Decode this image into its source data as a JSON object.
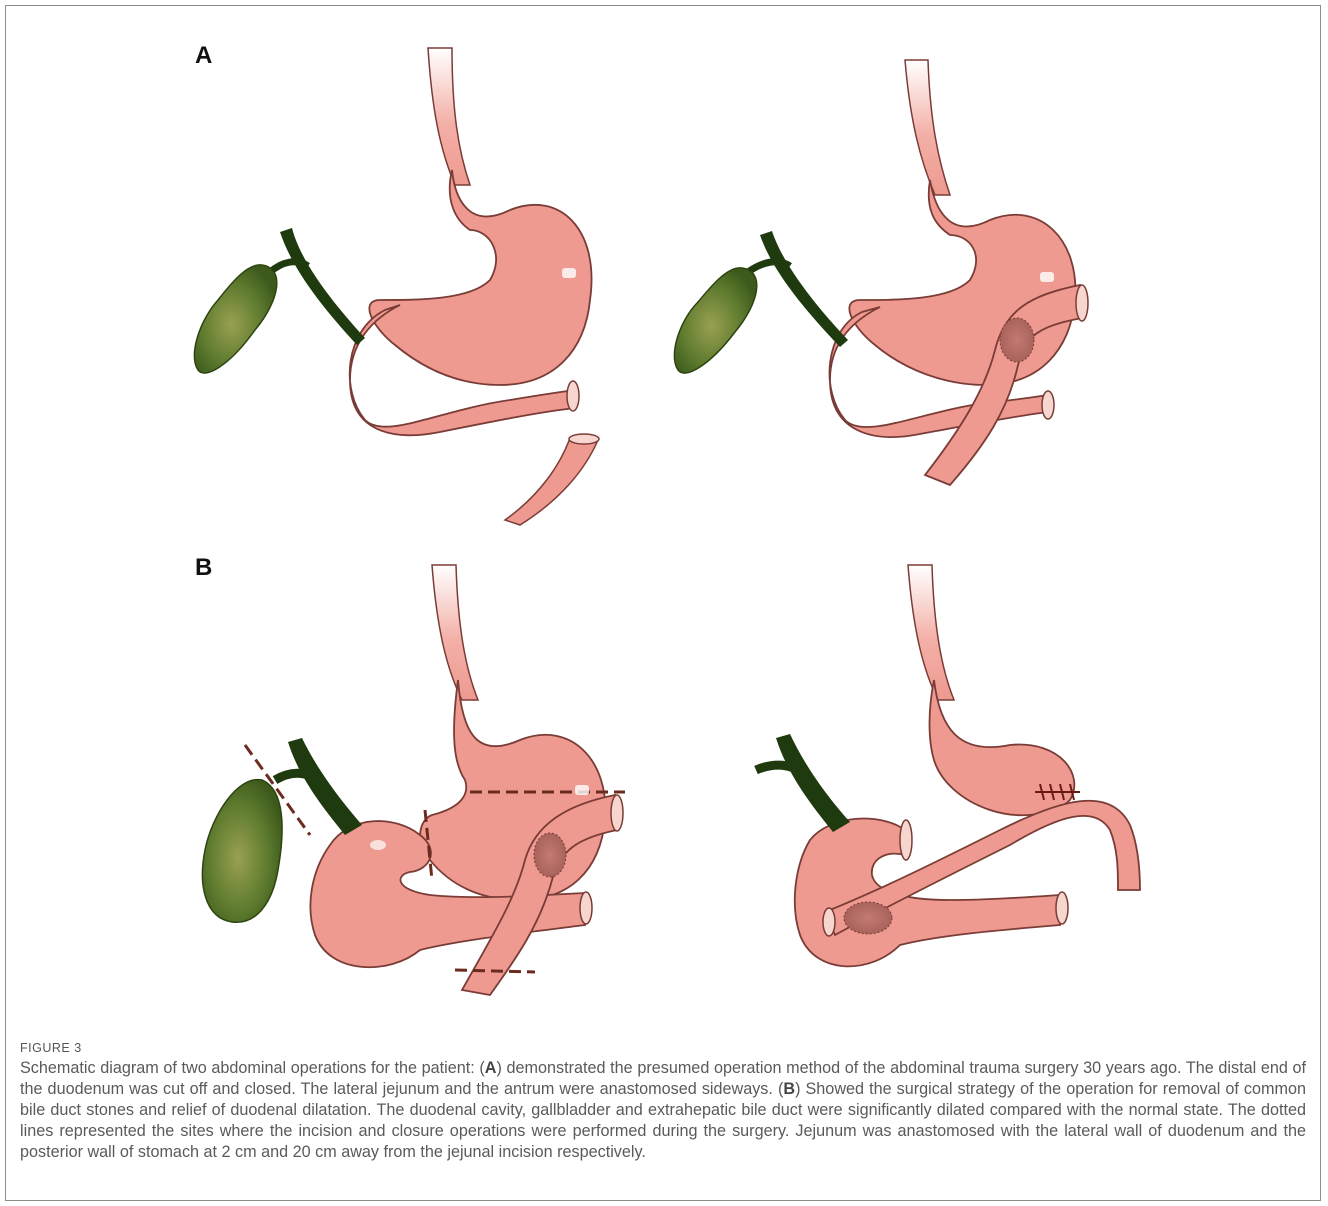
{
  "panels": {
    "a": "A",
    "b": "B"
  },
  "figure_label": "FIGURE 3",
  "caption": {
    "p1": "Schematic diagram of two abdominal operations for the patient: (",
    "a": "A",
    "p2": ") demonstrated the presumed operation method of the abdominal trauma surgery 30 years ago. The distal end of the duodenum was cut off and closed. The lateral jejunum and the antrum were anastomosed sideways. (",
    "b": "B",
    "p3": ") Showed the surgical strategy of the operation for removal of common bile duct stones and relief of duodenal dilatation. The duodenal cavity, gallbladder and extrahepatic bile duct were significantly dilated compared with the normal state. The dotted lines represented the sites where the incision and closure operations were performed during the surgery. Jejunum was anastomosed with the lateral wall of duodenum and the posterior wall of stomach at 2 cm and 20 cm away from the jejunal incision respectively."
  },
  "colors": {
    "organ_fill": "#ee9a90",
    "organ_stroke": "#7a3c36",
    "gallbladder": "#5f7c2f",
    "bile_duct": "#1f3a0e",
    "anastomosis": "#b8736a",
    "cut_line": "#6b2c1f"
  },
  "icons": {
    "stomach": "stomach-illustration",
    "gallbladder": "gallbladder-illustration",
    "jejunum": "jejunum-illustration"
  }
}
